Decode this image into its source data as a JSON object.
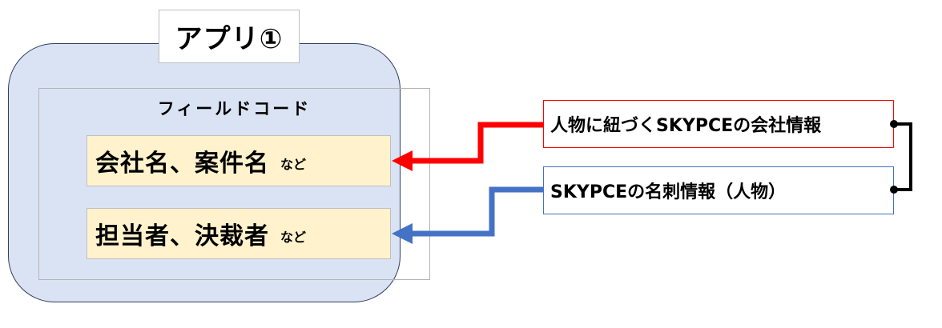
{
  "app": {
    "title": "アプリ①",
    "field_code_heading": "フィールドコード",
    "fields": [
      {
        "label": "会社名、案件名",
        "suffix": "など"
      },
      {
        "label": "担当者、決裁者",
        "suffix": "など"
      }
    ]
  },
  "sources": [
    {
      "label": "人物に紐づくSKYPCEの会社情報",
      "color": "#ff0000"
    },
    {
      "label": "SKYPCEの名刺情報（人物）",
      "color": "#4472c4"
    }
  ],
  "connectors": [
    {
      "from": "sources.0",
      "to": "app.fields.0",
      "color": "#ff0000"
    },
    {
      "from": "sources.1",
      "to": "app.fields.1",
      "color": "#4472c4"
    },
    {
      "from": "sources.0",
      "to": "sources.1",
      "color": "#000000",
      "type": "bracket-link"
    }
  ]
}
